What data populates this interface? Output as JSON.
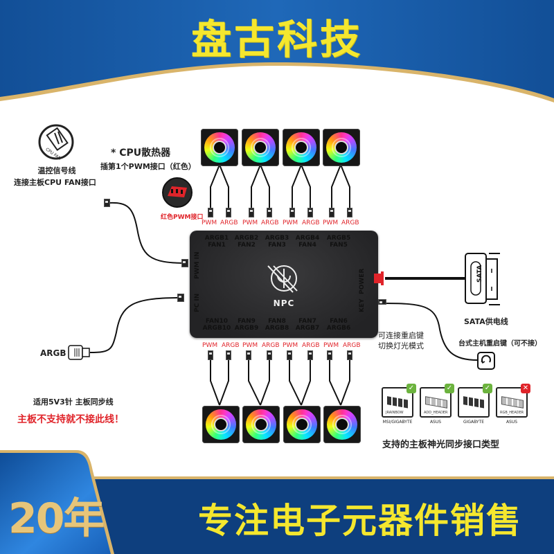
{
  "header": {
    "brand": "盘古科技",
    "colors": {
      "banner_blue": "#1a5aa6",
      "title_yellow": "#f5e72e",
      "gold_trim": "#d9b46a"
    }
  },
  "footer": {
    "years": "20年",
    "slogan": "专注电子元器件销售"
  },
  "left_panel": {
    "cpu_fan_icon_text": "CPU FAN",
    "temp_signal_line": "温控信号线",
    "connect_cpu_fan": "连接主板CPU FAN接口",
    "argb_label": "ARGB",
    "argb_note": "适用5V3针  主板同步线",
    "argb_warning": "主板不支持就不接此线！"
  },
  "cpu_cooler": {
    "title": "* CPU散热器",
    "subtitle": "插第1个PWM接口（红色）",
    "red_port_label": "红色PWM接口"
  },
  "fans_top": [
    {
      "pwm": "PWM",
      "argb": "ARGB"
    },
    {
      "pwm": "PWM",
      "argb": "ARGB"
    },
    {
      "pwm": "PWM",
      "argb": "ARGB"
    },
    {
      "pwm": "PWM",
      "argb": "ARGB"
    }
  ],
  "fans_bottom": [
    {
      "pwm": "PWM",
      "argb": "ARGB"
    },
    {
      "pwm": "PWM",
      "argb": "ARGB"
    },
    {
      "pwm": "PWM",
      "argb": "ARGB"
    },
    {
      "pwm": "PWM",
      "argb": "ARGB"
    }
  ],
  "hub": {
    "logo_text": "NPC",
    "top_ports": [
      {
        "argb": "ARGB1",
        "fan": "FAN1"
      },
      {
        "argb": "ARGB2",
        "fan": "FAN2"
      },
      {
        "argb": "ARGB3",
        "fan": "FAN3"
      },
      {
        "argb": "ARGB4",
        "fan": "FAN4"
      },
      {
        "argb": "ARGB5",
        "fan": "FAN5"
      }
    ],
    "bottom_ports": [
      {
        "fan": "FAN10",
        "argb": "ARGB10"
      },
      {
        "fan": "FAN9",
        "argb": "ARGB9"
      },
      {
        "fan": "FAN8",
        "argb": "ARGB8"
      },
      {
        "fan": "FAN7",
        "argb": "ARGB7"
      },
      {
        "fan": "FAN6",
        "argb": "ARGB6"
      }
    ],
    "left_labels": {
      "pwm_in": "PWM IN",
      "pc_in": "PC IN"
    },
    "right_labels": {
      "power": "POWER",
      "key": "KEY"
    }
  },
  "right_panel": {
    "sata_connector_text": "SATA",
    "sata_label": "SATA供电线",
    "key_note_line1": "可连接重启键",
    "key_note_line2": "切换灯光模式",
    "reset_button_label": "台式主机重启键（可不接）"
  },
  "mb_headers": {
    "items": [
      {
        "brand": "MSI/GIGABYTE",
        "tag": "JRAINBOW",
        "supported": true,
        "status": "✓"
      },
      {
        "brand": "ASUS",
        "tag": "ADD_HEADER",
        "supported": true,
        "status": "✓"
      },
      {
        "brand": "GIGABYTE",
        "tag": "",
        "supported": true,
        "status": "✓"
      },
      {
        "brand": "ASUS",
        "tag": "RGB_HEADER",
        "supported": false,
        "status": "✕"
      }
    ],
    "caption": "支持的主板神光同步接口类型"
  }
}
